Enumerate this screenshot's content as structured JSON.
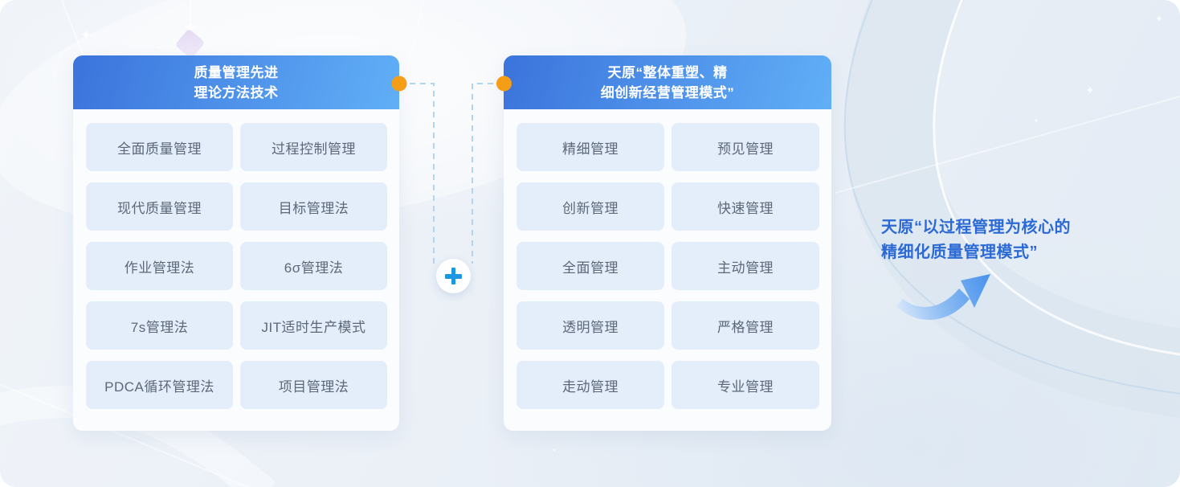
{
  "left_panel": {
    "title_line1": "质量管理先进",
    "title_line2": "理论方法技术",
    "items": [
      "全面质量管理",
      "过程控制管理",
      "现代质量管理",
      "目标管理法",
      "作业管理法",
      "6σ管理法",
      "7s管理法",
      "JIT适时生产模式",
      "PDCA循环管理法",
      "项目管理法"
    ]
  },
  "right_panel": {
    "title_line1": "天原“整体重塑、精",
    "title_line2": "细创新经营管理模式”",
    "items": [
      "精细管理",
      "预见管理",
      "创新管理",
      "快速管理",
      "全面管理",
      "主动管理",
      "透明管理",
      "严格管理",
      "走动管理",
      "专业管理"
    ]
  },
  "result": {
    "line1": "天原“以过程管理为核心的",
    "line2": "精细化质量管理模式”"
  },
  "icons": {
    "plus": "+",
    "arrow": "curved-up-right-arrow",
    "connector_dots": "orange-dot"
  },
  "colors": {
    "header_gradient_start": "#3b74dc",
    "header_gradient_end": "#61aff7",
    "card_body_bg": "#fafcfe",
    "item_bg": "#e4eefa",
    "item_text": "#5c6878",
    "orange_dot": "#f49e17",
    "plus_blue": "#1f97e0",
    "dash_line_blue": "#aed6f2",
    "result_text": "#2b69d5",
    "arrow_blue": "#4a93ec"
  }
}
